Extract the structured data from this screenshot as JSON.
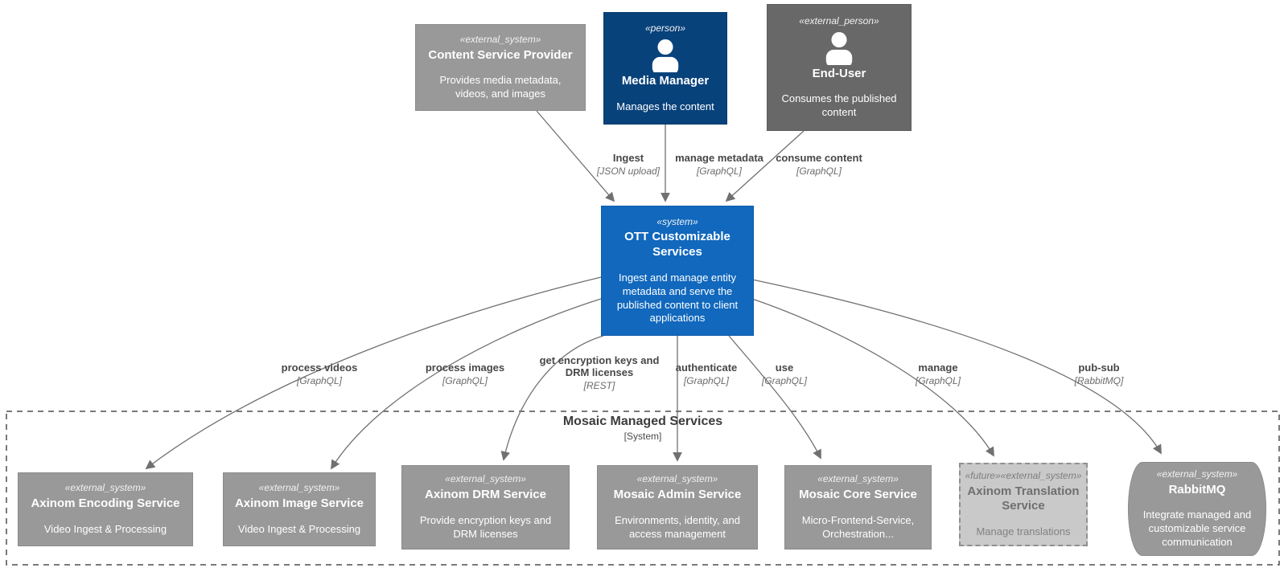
{
  "boundary": {
    "title": "Mosaic Managed Services",
    "subtitle": "[System]"
  },
  "nodes": {
    "content_service_provider": {
      "stereotype": "«external_system»",
      "title": "Content Service Provider",
      "description": "Provides media metadata, videos, and images"
    },
    "media_manager": {
      "stereotype": "«person»",
      "title": "Media Manager",
      "description": "Manages the content"
    },
    "end_user": {
      "stereotype": "«external_person»",
      "title": "End-User",
      "description": "Consumes the published content"
    },
    "ott": {
      "stereotype": "«system»",
      "title": "OTT Customizable Services",
      "description": "Ingest and manage entity metadata and serve the published content to client applications"
    },
    "encoding": {
      "stereotype": "«external_system»",
      "title": "Axinom Encoding Service",
      "description": "Video Ingest & Processing"
    },
    "image": {
      "stereotype": "«external_system»",
      "title": "Axinom Image Service",
      "description": "Video Ingest & Processing"
    },
    "drm": {
      "stereotype": "«external_system»",
      "title": "Axinom DRM Service",
      "description": "Provide encryption keys and DRM licenses"
    },
    "admin": {
      "stereotype": "«external_system»",
      "title": "Mosaic Admin Service",
      "description": "Environments, identity, and access management"
    },
    "core": {
      "stereotype": "«external_system»",
      "title": "Mosaic Core Service",
      "description": "Micro-Frontend-Service, Orchestration..."
    },
    "translation": {
      "stereotype": "«future»«external_system»",
      "title": "Axinom Translation Service",
      "description": "Manage translations"
    },
    "rabbitmq": {
      "stereotype": "«external_system»",
      "title": "RabbitMQ",
      "description": "Integrate managed and customizable service communication"
    }
  },
  "edges": {
    "ingest": {
      "label": "Ingest",
      "tech": "[JSON upload]"
    },
    "manage_metadata": {
      "label": "manage metadata",
      "tech": "[GraphQL]"
    },
    "consume_content": {
      "label": "consume content",
      "tech": "[GraphQL]"
    },
    "process_videos": {
      "label": "process videos",
      "tech": "[GraphQL]"
    },
    "process_images": {
      "label": "process images",
      "tech": "[GraphQL]"
    },
    "drm_keys": {
      "label": "get encryption keys and DRM licenses",
      "tech": "[REST]"
    },
    "authenticate": {
      "label": "authenticate",
      "tech": "[GraphQL]"
    },
    "use": {
      "label": "use",
      "tech": "[GraphQL]"
    },
    "manage": {
      "label": "manage",
      "tech": "[GraphQL]"
    },
    "pub_sub": {
      "label": "pub-sub",
      "tech": "[RabbitMQ]"
    }
  },
  "colors": {
    "person_bg": "#08427b",
    "external_person_bg": "#686868",
    "system_bg": "#1168bd",
    "external_system_bg": "#999999",
    "future_bg": "#c9c9c9",
    "relationship_line": "#707070",
    "boundary_border": "#4f4f4f",
    "node_text": "#ffffff"
  }
}
